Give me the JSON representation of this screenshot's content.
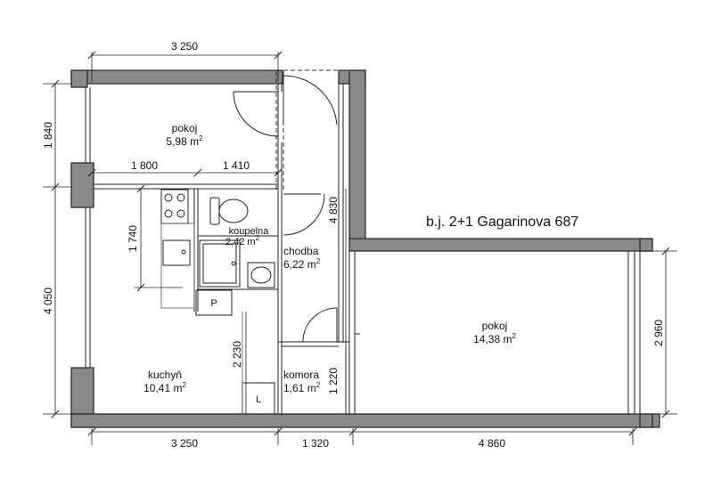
{
  "title": "b.j. 2+1 Gagarinova 687",
  "rooms": {
    "pokoj_small": {
      "name": "pokoj",
      "area": "5,98 m",
      "unit_sup": "2"
    },
    "koupelna": {
      "name": "koupelna",
      "area": "2,42 m",
      "unit_sup": "2"
    },
    "chodba": {
      "name": "chodba",
      "area": "6,22 m",
      "unit_sup": "2"
    },
    "kuchyn": {
      "name": "kuchyň",
      "area": "10,41 m",
      "unit_sup": "2"
    },
    "komora": {
      "name": "komora",
      "area": "1,61 m",
      "unit_sup": "2"
    },
    "pokoj_large": {
      "name": "pokoj",
      "area": "14,38 m",
      "unit_sup": "2"
    }
  },
  "dimensions": {
    "top": "3 250",
    "interior_left": "1 800",
    "interior_right": "1 410",
    "bottom_left": "3 250",
    "bottom_mid": "1 320",
    "bottom_right": "4 860",
    "left_upper": "1 840",
    "left_lower": "4 050",
    "kitchen_counter": "1 740",
    "chodba_length": "4 830",
    "kitchen_lower": "2 230",
    "komora_height": "1 220",
    "right_room": "2 960"
  },
  "fixtures": {
    "fridge_label": "P",
    "pantry_label": "L"
  }
}
